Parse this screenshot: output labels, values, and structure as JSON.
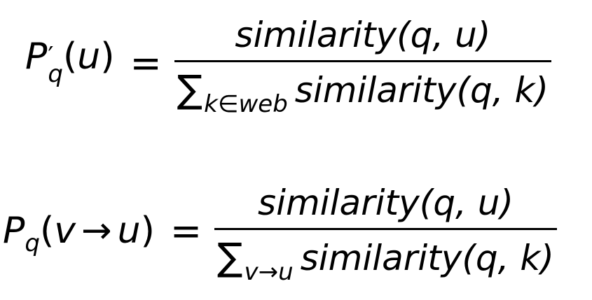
{
  "equation1": {
    "lhs_symbol": "P",
    "lhs_prime": "′",
    "lhs_sub": "q",
    "lhs_open": "(",
    "lhs_arg": "u",
    "lhs_close": ")",
    "equals": "=",
    "numerator": "similarity(q, u)",
    "sum_symbol": "∑",
    "sum_sub": "k∈web",
    "denominator": "similarity(q, k)"
  },
  "equation2": {
    "lhs_symbol": "P",
    "lhs_sub": "q",
    "lhs_open": "(",
    "lhs_arg_left": "v",
    "lhs_arrow": "→",
    "lhs_arg_right": "u",
    "lhs_close": ")",
    "equals": "=",
    "numerator": "similarity(q, u)",
    "sum_symbol": "∑",
    "sum_sub": "v→u",
    "denominator": "similarity(q, k)"
  }
}
